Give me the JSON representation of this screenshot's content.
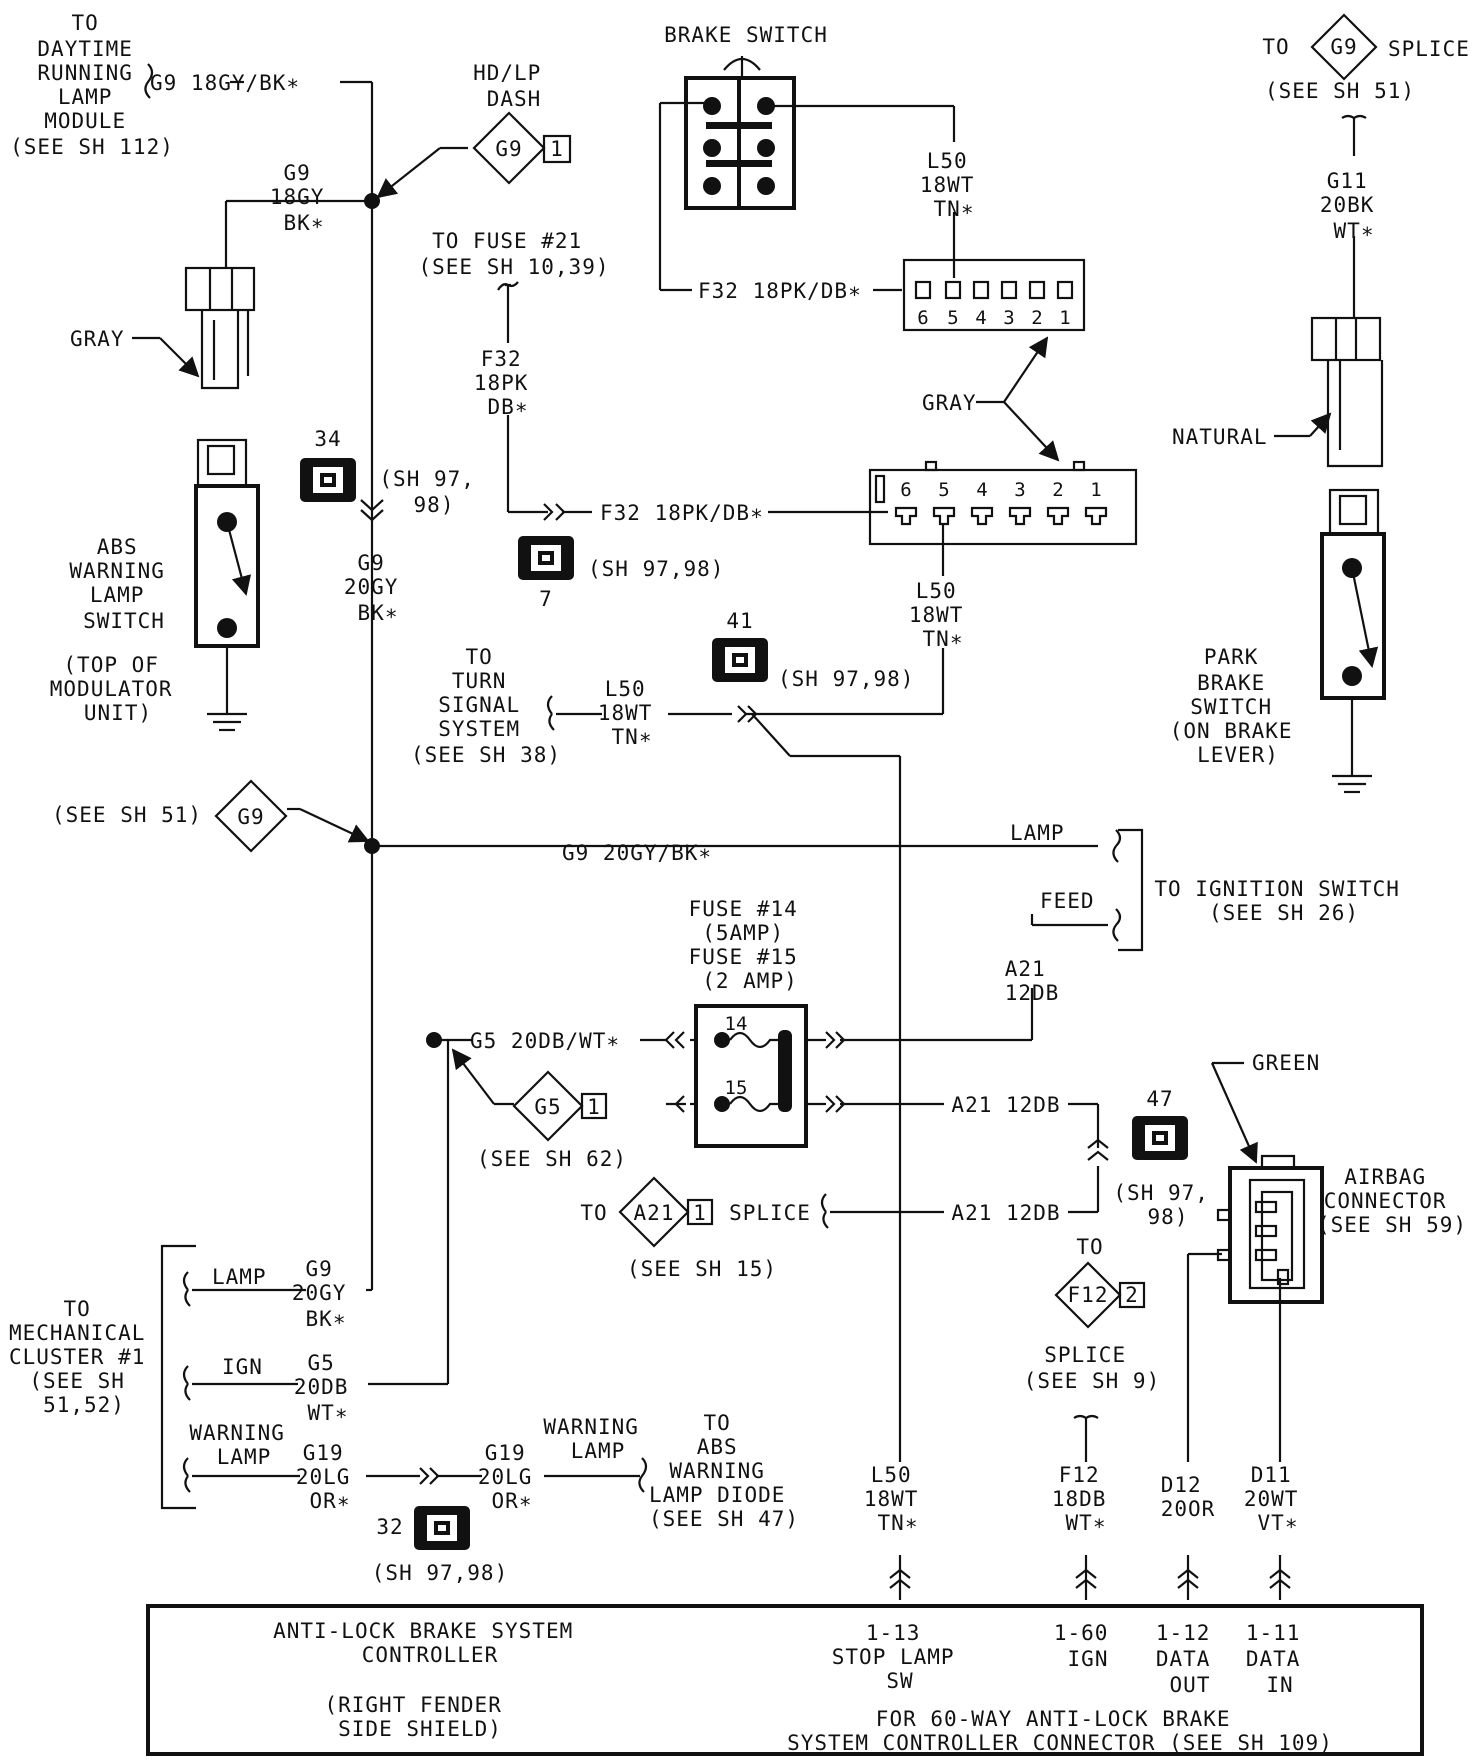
{
  "labels": {
    "drl_module": [
      "TO",
      "DAYTIME",
      "RUNNING",
      "LAMP",
      "MODULE",
      "(SEE SH 112)"
    ],
    "g9_top_wire": "G9 18GY/BK∗",
    "hdlp": [
      "HD/LP",
      "DASH"
    ],
    "g9_diamond": "G9",
    "num_1": "1",
    "g9_18gy": [
      "G9",
      "18GY",
      "BK∗"
    ],
    "gray": "GRAY",
    "c34": "34",
    "sh9798_a": [
      "(SH 97,",
      "98)"
    ],
    "g9_20gy": [
      "G9",
      "20GY",
      "BK∗"
    ],
    "abs_switch": [
      "ABS",
      "WARNING",
      "LAMP",
      "SWITCH"
    ],
    "top_modulator": [
      "(TOP OF",
      "MODULATOR",
      "UNIT)"
    ],
    "brake_switch": "BRAKE SWITCH",
    "l50_top": [
      "L50",
      "18WT",
      "TN∗"
    ],
    "to_fuse21": [
      "TO FUSE #21",
      "(SEE SH 10,39)"
    ],
    "f32_top_wire": "F32 18PK/DB∗",
    "pins_top": [
      "6",
      "5",
      "4",
      "3",
      "2",
      "1"
    ],
    "f32_vert": [
      "F32",
      "18PK",
      "DB∗"
    ],
    "gray2": "GRAY",
    "f32_mid_wire": "F32 18PK/DB∗",
    "c7": "7",
    "sh9798_b": "(SH 97,98)",
    "pins_bottom": [
      "6",
      "5",
      "4",
      "3",
      "2",
      "1"
    ],
    "l50_mid": [
      "L50",
      "18WT",
      "TN∗"
    ],
    "c41": "41",
    "sh9798_c": "(SH 97,98)",
    "turn_signal": [
      "TO",
      "TURN",
      "SIGNAL",
      "SYSTEM",
      "(SEE SH 38)"
    ],
    "l50_ts": [
      "L50",
      "18WT",
      "TN∗"
    ],
    "to_g9_splice": [
      "TO",
      "G9",
      "SPLICE"
    ],
    "see_sh51_top": "(SEE SH 51)",
    "g11": [
      "G11",
      "20BK",
      "WT∗"
    ],
    "natural": "NATURAL",
    "park_brake": [
      "PARK",
      "BRAKE",
      "SWITCH",
      "(ON BRAKE",
      "LEVER)"
    ],
    "see_sh51_left": "(SEE SH 51)",
    "g9_left_diamond": "G9",
    "g9_20gy_wire": "G9 20GY/BK∗",
    "lamp": "LAMP",
    "feed": "FEED",
    "ignition_switch": [
      "TO IGNITION SWITCH",
      "(SEE SH 26)"
    ],
    "fuses": [
      "FUSE #14",
      "(5AMP)",
      "FUSE #15",
      "(2 AMP)"
    ],
    "a21_feed": [
      "A21",
      "12DB"
    ],
    "g5_wire": "G5 20DB/WT∗",
    "fuse_14": "14",
    "fuse_15": "15",
    "a21_wire1": "A21 12DB",
    "a21_wire2": "A21 12DB",
    "g5_diamond": "G5",
    "see_sh62": "(SEE SH 62)",
    "to": "TO",
    "a21_diamond": "A21",
    "splice": "SPLICE",
    "see_sh15": "(SEE SH 15)",
    "c47": "47",
    "sh9798_d": [
      "(SH 97,",
      "98)"
    ],
    "green": "GREEN",
    "airbag": [
      "AIRBAG",
      "CONNECTOR",
      "(SEE SH 59)"
    ],
    "to_f12": "TO",
    "f12_diamond": "F12",
    "num_2": "2",
    "splice_f12": [
      "SPLICE",
      "(SEE SH 9)"
    ],
    "mech_cluster": [
      "TO",
      "MECHANICAL",
      "CLUSTER #1",
      "(SEE SH",
      "51,52)"
    ],
    "lamp2": "LAMP",
    "g9_cluster": [
      "G9",
      "20GY",
      "BK∗"
    ],
    "ign": "IGN",
    "g5_cluster": [
      "G5",
      "20DB",
      "WT∗"
    ],
    "warning_lamp": [
      "WARNING",
      "LAMP"
    ],
    "g19_a": [
      "G19",
      "20LG",
      "OR∗"
    ],
    "g19_b": [
      "G19",
      "20LG",
      "OR∗"
    ],
    "warning_lamp2": [
      "WARNING",
      "LAMP"
    ],
    "abs_diode": [
      "TO",
      "ABS",
      "WARNING",
      "LAMP DIODE",
      "(SEE SH 47)"
    ],
    "c32": "32",
    "sh9798_e": "(SH 97,98)",
    "l50_bottom": [
      "L50",
      "18WT",
      "TN∗"
    ],
    "f12_wire": [
      "F12",
      "18DB",
      "WT∗"
    ],
    "d12": [
      "D12",
      "20OR"
    ],
    "d11": [
      "D11",
      "20WT",
      "VT∗"
    ],
    "controller": [
      "ANTI-LOCK BRAKE SYSTEM",
      "CONTROLLER"
    ],
    "fender": [
      "(RIGHT FENDER",
      "SIDE SHIELD)"
    ],
    "pin_113": [
      "1-13",
      "STOP LAMP",
      "SW"
    ],
    "pin_160": [
      "1-60",
      "IGN"
    ],
    "pin_112": [
      "1-12",
      "DATA",
      "OUT"
    ],
    "pin_111": [
      "1-11",
      "DATA",
      "IN"
    ],
    "sixty_way": [
      "FOR 60-WAY ANTI-LOCK BRAKE",
      "SYSTEM CONTROLLER CONNECTOR (SEE SH 109)"
    ]
  }
}
